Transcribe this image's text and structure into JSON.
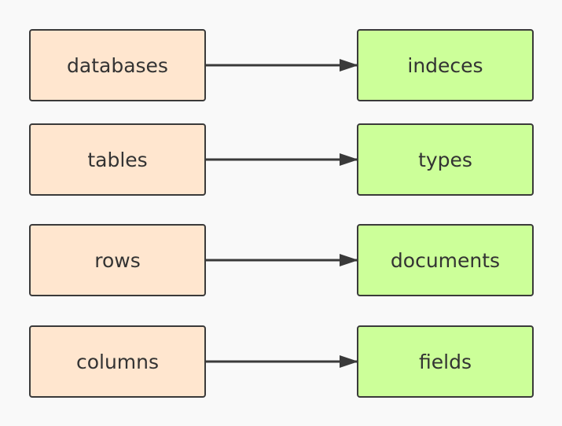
{
  "colors": {
    "background": "#f9f9f9",
    "left_fill": "#ffe6cf",
    "right_fill": "#ccff99",
    "stroke": "#3a3a3a",
    "text": "#333333"
  },
  "mappings": [
    {
      "source": "databases",
      "target": "indeces"
    },
    {
      "source": "tables",
      "target": "types"
    },
    {
      "source": "rows",
      "target": "documents"
    },
    {
      "source": "columns",
      "target": "fields"
    }
  ]
}
